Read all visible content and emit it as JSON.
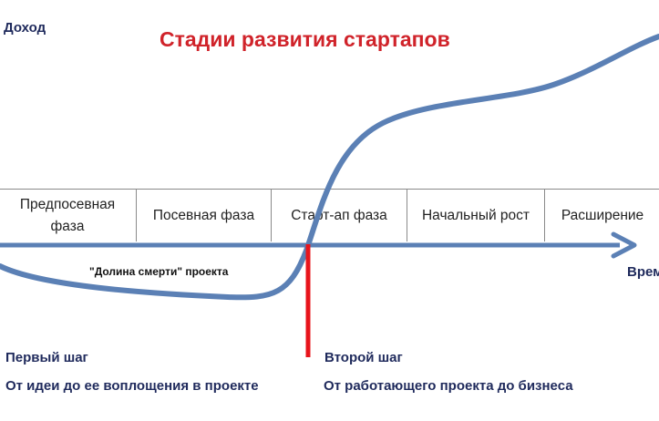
{
  "title": "Стадии развития стартапов",
  "y_axis_label": "Доход",
  "x_axis_label": "Врем",
  "phases": [
    {
      "label": "Предпосевная фаза"
    },
    {
      "label": "Посевная фаза"
    },
    {
      "label": "Старт-ап фаза"
    },
    {
      "label": "Начальный рост"
    },
    {
      "label": "Расширение"
    }
  ],
  "valley_label": "\"Долина смерти\" проекта",
  "step1": {
    "title": "Первый шаг",
    "description": "От идеи до ее воплощения в проекте"
  },
  "step2": {
    "title": "Второй шаг",
    "description": "От работающего проекта до бизнеса"
  },
  "colors": {
    "curve": "#5b80b5",
    "arrow": "#5b80b5",
    "divider": "#e8141b",
    "title": "#d0232a",
    "text_dark": "#1f2a5c"
  }
}
